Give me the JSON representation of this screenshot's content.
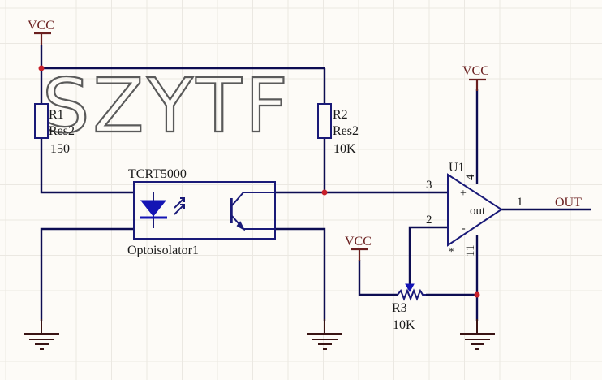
{
  "schematic": {
    "title_watermark": "SZYTF",
    "colors": {
      "background": "#fdfbf7",
      "grid": "#ebe8e2",
      "wire": "#0c0c52",
      "component": "#1a1a78",
      "power": "#6a1f1f",
      "junction": "#c8202a",
      "text": "#1a1a1a",
      "watermark": "#5a5a5a"
    },
    "power_ports": [
      {
        "id": "vcc-left",
        "label": "VCC"
      },
      {
        "id": "vcc-opamp",
        "label": "VCC"
      },
      {
        "id": "vcc-pot",
        "label": "VCC"
      }
    ],
    "components": {
      "r1": {
        "designator": "R1",
        "type": "Res2",
        "value": "150"
      },
      "r2": {
        "designator": "R2",
        "type": "Res2",
        "value": "10K"
      },
      "r3": {
        "designator": "R3",
        "value": "10K"
      },
      "opto": {
        "part": "TCRT5000",
        "designator": "Optoisolator1"
      },
      "u1": {
        "designator": "U1",
        "body_label": "out",
        "plus_sign": "+",
        "minus_sign": "-",
        "star": "*",
        "pins": {
          "non_inverting": "3",
          "inverting": "2",
          "output": "1",
          "vplus": "4",
          "vminus": "11"
        }
      }
    },
    "net_labels": {
      "output": "OUT"
    }
  }
}
